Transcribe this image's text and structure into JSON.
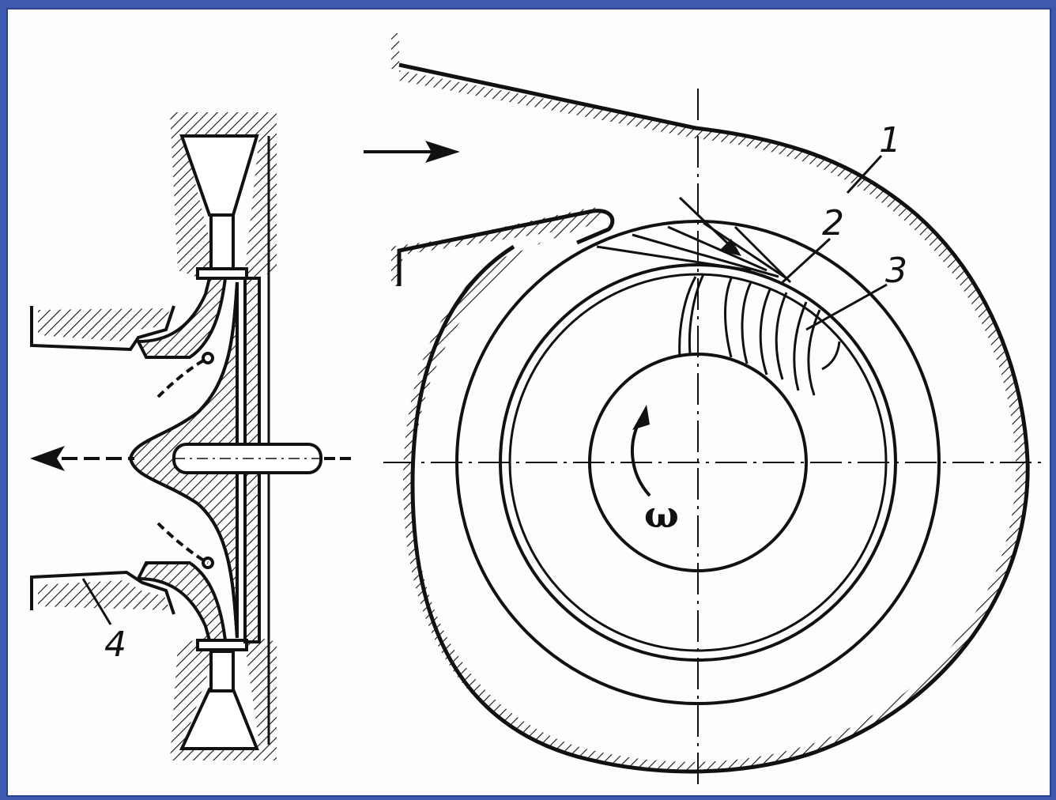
{
  "diagram": {
    "labels": {
      "casing": "1",
      "diffuser": "2",
      "impeller_blades": "3",
      "inlet": "4",
      "angular_velocity": "ω"
    },
    "colors": {
      "frame_border": "#27408f",
      "page_background": "#3d5ab0",
      "ink": "#111111",
      "paper": "#fdfdfd"
    }
  }
}
